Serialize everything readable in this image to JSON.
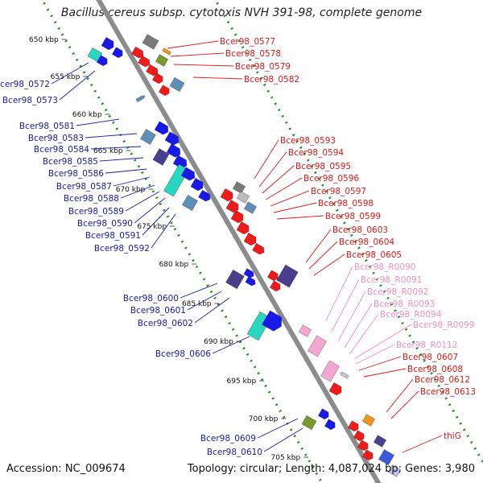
{
  "title": "Bacillus cereus subsp. cytotoxis NVH 391-98, complete genome",
  "footer": {
    "accession": "Accession: NC_009674",
    "summary": "Topology: circular; Length: 4,087,024 bp; Genes: 3,980"
  },
  "colors": {
    "right_label": "#e01818",
    "left_label": "#1a1aa8",
    "rna_label": "#f090c0",
    "backbone": "#8c8c8c",
    "ring": "#1f8f1f"
  },
  "ticks": [
    "650 kbp",
    "655 kbp",
    "660 kbp",
    "665 kbp",
    "670 kbp",
    "675 kbp",
    "680 kbp",
    "685 kbp",
    "690 kbp",
    "695 kbp",
    "700 kbp",
    "705 kbp"
  ],
  "left_labels": [
    "Bcer98_0572",
    "Bcer98_0573",
    "Bcer98_0581",
    "Bcer98_0583",
    "Bcer98_0584",
    "Bcer98_0585",
    "Bcer98_0586",
    "Bcer98_0587",
    "Bcer98_0588",
    "Bcer98_0589",
    "Bcer98_0590",
    "Bcer98_0591",
    "Bcer98_0592",
    "Bcer98_0600",
    "Bcer98_0601",
    "Bcer98_0602",
    "Bcer98_0606",
    "Bcer98_0609",
    "Bcer98_0610"
  ],
  "right_labels_top": [
    "Bcer98_0577",
    "Bcer98_0578",
    "Bcer98_0579",
    "Bcer98_0582"
  ],
  "right_labels_mid": [
    "Bcer98_0593",
    "Bcer98_0594",
    "Bcer98_0595",
    "Bcer98_0596",
    "Bcer98_0597",
    "Bcer98_0598",
    "Bcer98_0599",
    "Bcer98_0603",
    "Bcer98_0604",
    "Bcer98_0605"
  ],
  "rna_labels": [
    "Bcer98_R0090",
    "Bcer98_R0091",
    "Bcer98_R0092",
    "Bcer98_R0093",
    "Bcer98_R0094",
    "Bcer98_R0099",
    "Bcer98_R0112"
  ],
  "right_labels_low": [
    "Bcer98_0607",
    "Bcer98_0608",
    "Bcer98_0612",
    "Bcer98_0613",
    "thiG"
  ]
}
